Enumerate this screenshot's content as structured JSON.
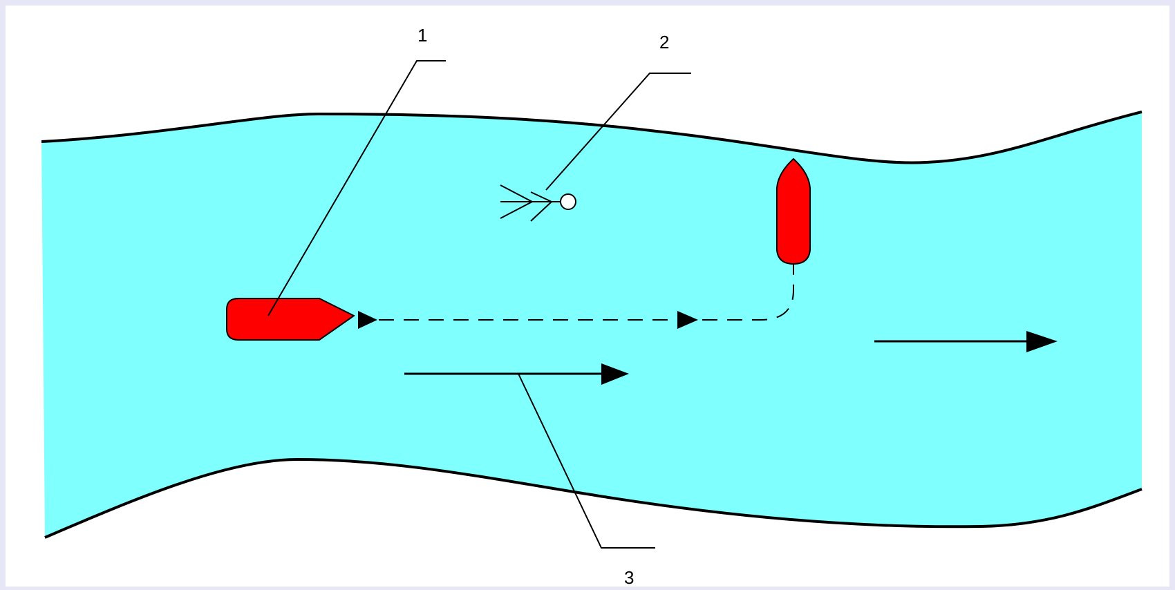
{
  "colors": {
    "frame": "#e6e6f6",
    "background": "#ffffff",
    "water": "#80ffff",
    "bank_line": "#000000",
    "vessel_fill": "#ff0000",
    "vessel_outline": "#000000",
    "buoy_fill": "#ffffff"
  },
  "callouts": [
    {
      "label": "1"
    },
    {
      "label": "2"
    },
    {
      "label": "3"
    }
  ],
  "icons": {
    "vessel_underway": "ship-icon",
    "vessel_anchored": "ship-icon",
    "buoy": "buoy-icon",
    "course_arrow": "arrowhead-icon",
    "current_arrow": "arrow-right-icon"
  }
}
